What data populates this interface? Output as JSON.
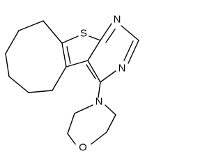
{
  "atoms": {
    "sulfur": "S",
    "pyrimidine_n_top": "N",
    "pyrimidine_n_bottom": "N",
    "morpholine_n": "N",
    "morpholine_o": "O"
  },
  "colors": {
    "bond": "#000000",
    "background": "#ffffff"
  }
}
